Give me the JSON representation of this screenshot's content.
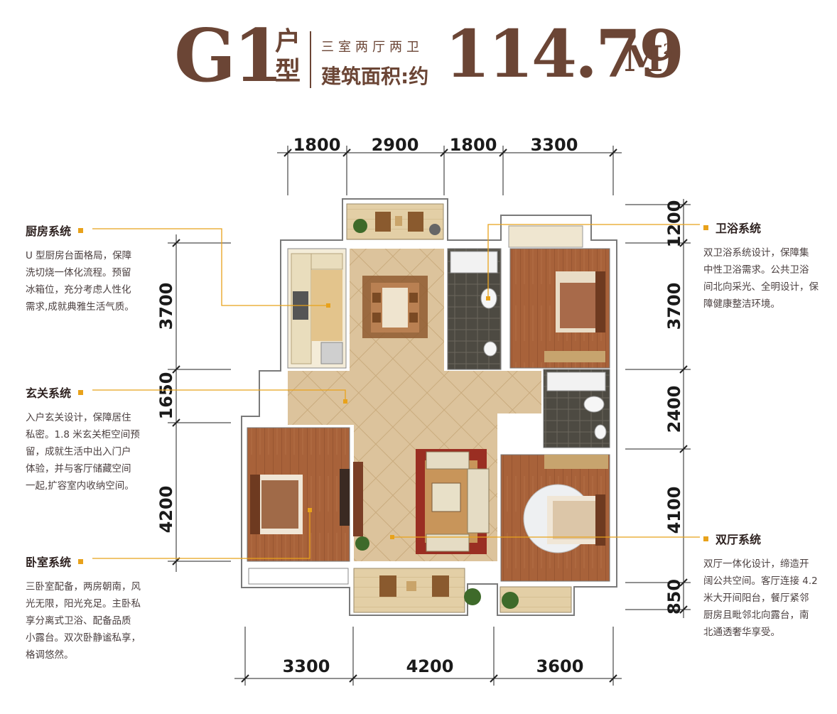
{
  "header": {
    "code": "G1",
    "hu": "户",
    "xing": "型",
    "rooms": "三室两厅两卫",
    "area_label": "建筑面积:约",
    "area": "114.79",
    "unit": "M",
    "unit_sup": "2"
  },
  "notes": [
    {
      "id": "kitchen",
      "title": "厨房系统",
      "lines": [
        "U 型厨房台面格局，保障",
        "洗切烧一体化流程。预留",
        "冰箱位，充分考虑人性化",
        "需求,成就典雅生活气质。"
      ]
    },
    {
      "id": "entry",
      "title": "玄关系统",
      "lines": [
        "入户玄关设计，保障居住",
        "私密。1.8 米玄关柜空间预",
        "留，成就生活中出入门户",
        "体验，并与客厅储藏空间",
        "一起,扩容室内收纳空间。"
      ]
    },
    {
      "id": "bedroom",
      "title": "卧室系统",
      "lines": [
        "三卧室配备，两房朝南，风",
        "光无限，阳光充足。主卧私",
        "享分离式卫浴、配备品质",
        "小露台。双次卧静谧私享，",
        "格调悠然。"
      ]
    },
    {
      "id": "bath",
      "title": "卫浴系统",
      "lines": [
        "双卫浴系统设计，保障集",
        "中性卫浴需求。公共卫浴",
        "间北向采光、全明设计，保",
        "障健康整洁环境。"
      ]
    },
    {
      "id": "hall",
      "title": "双厅系统",
      "lines": [
        "双厅一体化设计，缔造开",
        "阔公共空间。客厅连接 4.2",
        "米大开间阳台，餐厅紧邻",
        "厨房且毗邻北向露台，南",
        "北通透奢华享受。"
      ]
    }
  ],
  "dimensions": {
    "top": [
      "1800",
      "2900",
      "1800",
      "3300"
    ],
    "bottom": [
      "3300",
      "4200",
      "3600"
    ],
    "left": [
      "3700",
      "1650",
      "4200"
    ],
    "right": [
      "1200",
      "3700",
      "2400",
      "4100",
      "850"
    ]
  },
  "colors": {
    "brand": "#6b4535",
    "accent": "#e8a21b",
    "wood": "#a8623a",
    "tile": "#dbc29a",
    "wall": "#ffffff"
  }
}
